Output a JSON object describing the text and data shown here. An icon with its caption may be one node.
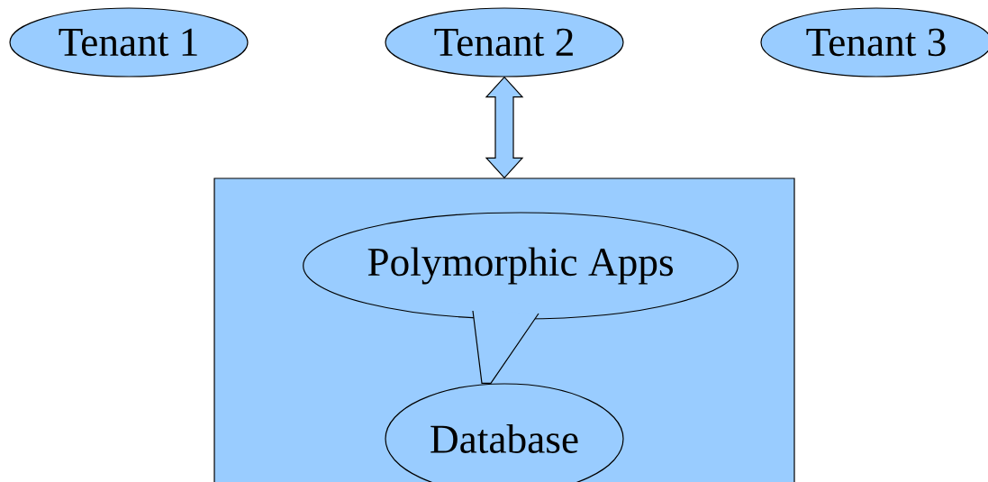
{
  "diagram": {
    "nodes": [
      {
        "text": [
          "Tenant 1"
        ]
      },
      {
        "text": [
          "Tenant 2"
        ]
      },
      {
        "text": [
          "Tenant 3"
        ]
      },
      {
        "text": [],
        "shape": "box"
      },
      {
        "text": [
          "Polymorphic Apps"
        ],
        "in": 3
      },
      {
        "text": [
          "Database"
        ],
        "in": 3
      }
    ],
    "edges": [
      {
        "from": 1,
        "to": 3,
        "arrow": "both"
      },
      {
        "from": 4,
        "to": 5,
        "arrow": "none"
      }
    ]
  }
}
